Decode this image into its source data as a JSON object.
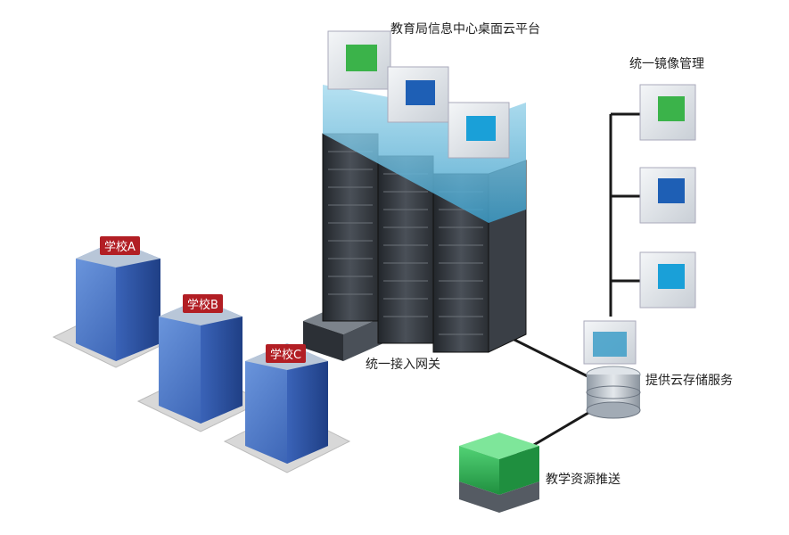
{
  "platform": {
    "title": "教育局信息中心桌面云平台"
  },
  "image_management": {
    "title": "统一镜像管理"
  },
  "gateway": {
    "title": "统一接入网关"
  },
  "storage": {
    "title": "提供云存储服务"
  },
  "resources": {
    "title": "教学资源推送"
  },
  "schools": [
    {
      "label": "学校A"
    },
    {
      "label": "学校B"
    },
    {
      "label": "学校C"
    }
  ],
  "colors": {
    "building": "#4a78c8",
    "server": "#3a3f46",
    "accent_blue": "#7ec3df",
    "monitor_green": "#3bb34a",
    "monitor_blue": "#1e5fb5",
    "monitor_cyan": "#1aa0d8",
    "resource_green": "#2db356",
    "school_tag": "#b21e24"
  }
}
